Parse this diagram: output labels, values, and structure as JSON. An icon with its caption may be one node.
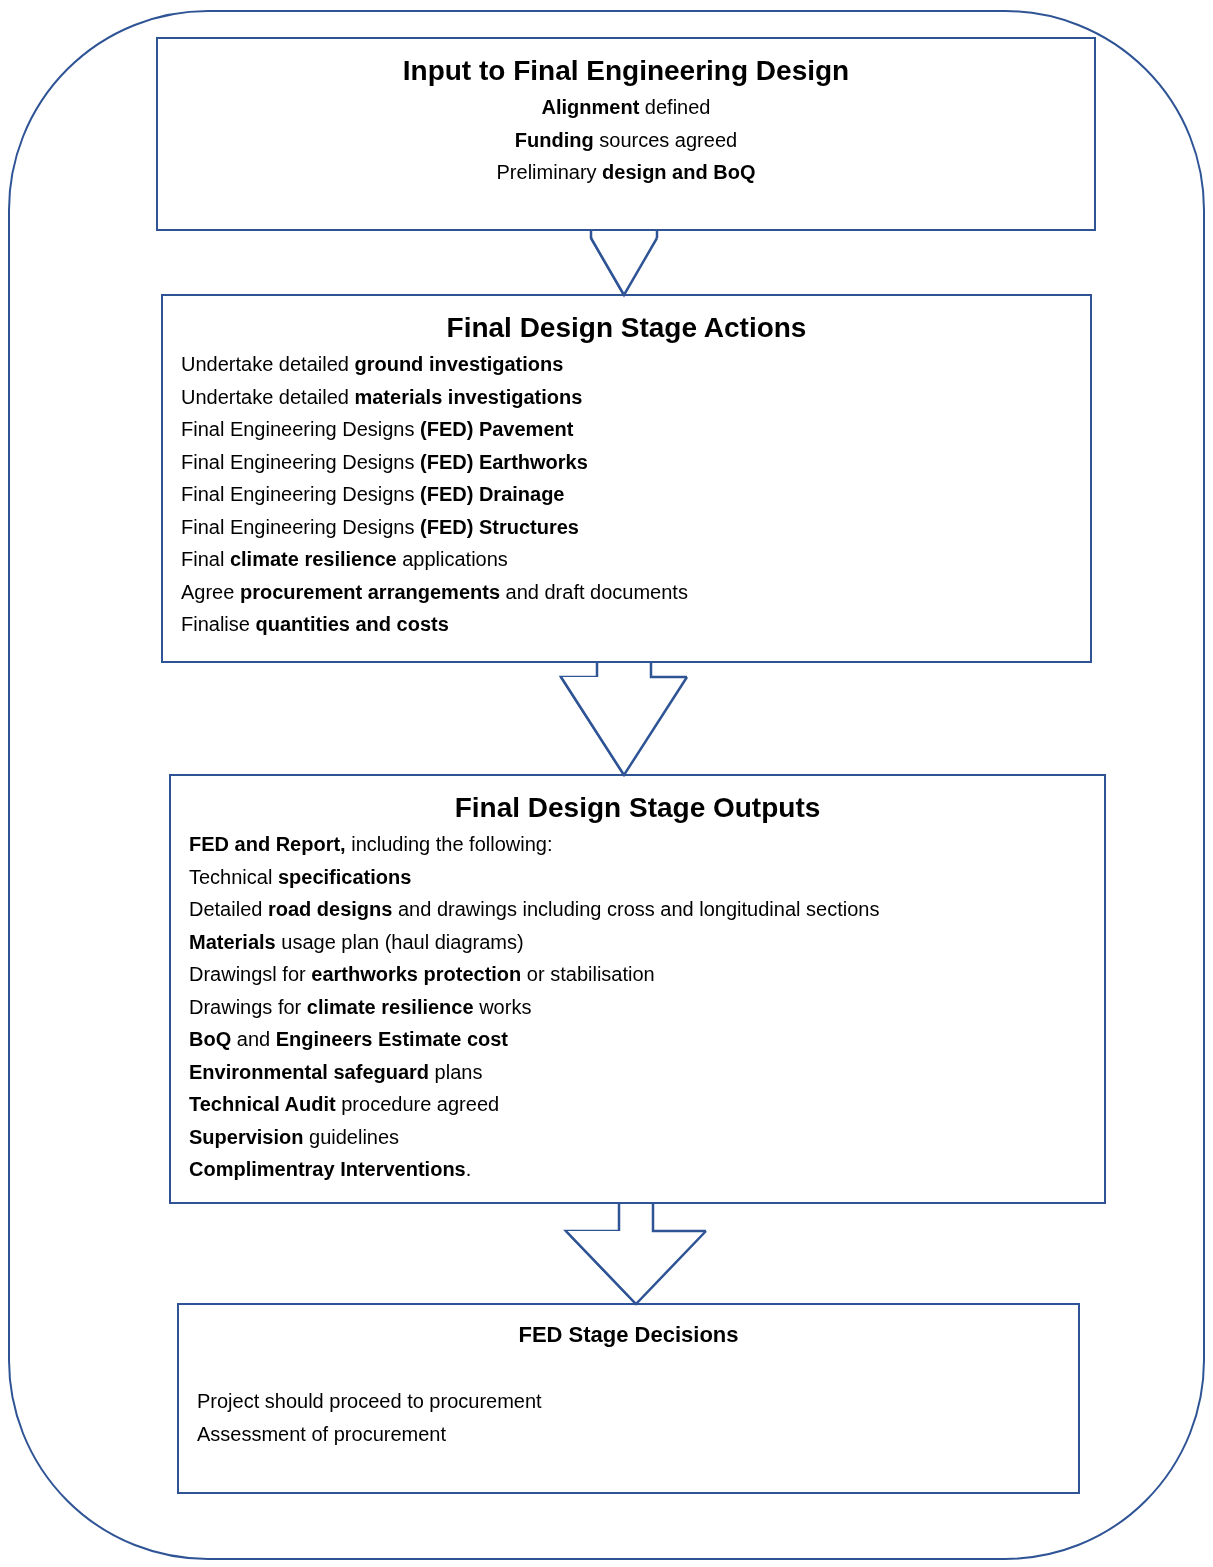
{
  "diagram": {
    "nodes": [
      {
        "text": [],
        "shape": "box"
      },
      {
        "text": [
          "Input to Final Engineering Design",
          "**Alignment** defined",
          "**Funding** sources agreed",
          "Preliminary **design and BoQ**"
        ],
        "in": 0
      },
      {
        "text": [
          "Final Design Stage Actions",
          "Undertake detailed **ground investigations**",
          "Undertake detailed **materials investigations**",
          "Final Engineering Designs **(FED) Pavement**",
          "Final Engineering Designs **(FED) Earthworks**",
          "Final Engineering Designs **(FED) Drainage**",
          "Final Engineering Designs **(FED) Structures**",
          "Final **climate resilience** applications",
          "Agree **procurement arrangements** and draft documents",
          "Finalise **quantities and costs**"
        ],
        "in": 0
      },
      {
        "text": [
          "Final Design Stage Outputs",
          "**FED and Report,** including the following:",
          "Technical **specifications**",
          "Detailed **road designs** and drawings including cross and longitudinal sections",
          "**Materials** usage plan (haul diagrams)",
          "Drawingsl for **earthworks protection** or stabilisation",
          "Drawings for **climate resilience** works",
          "**BoQ** and **Engineers Estimate cost**",
          "**Environmental safeguard** plans",
          "**Technical Audit** procedure agreed",
          "**Supervision** guidelines",
          "**Complimentray Interventions**."
        ],
        "in": 0
      },
      {
        "text": [
          "FED Stage Decisions",
          "Project should proceed to procurement",
          "Assessment of procurement"
        ],
        "in": 0
      }
    ],
    "edges": [
      {
        "from": 1,
        "to": 2,
        "arrow": "to"
      },
      {
        "from": 2,
        "to": 3,
        "arrow": "to"
      },
      {
        "from": 3,
        "to": 4,
        "arrow": "to"
      }
    ]
  }
}
